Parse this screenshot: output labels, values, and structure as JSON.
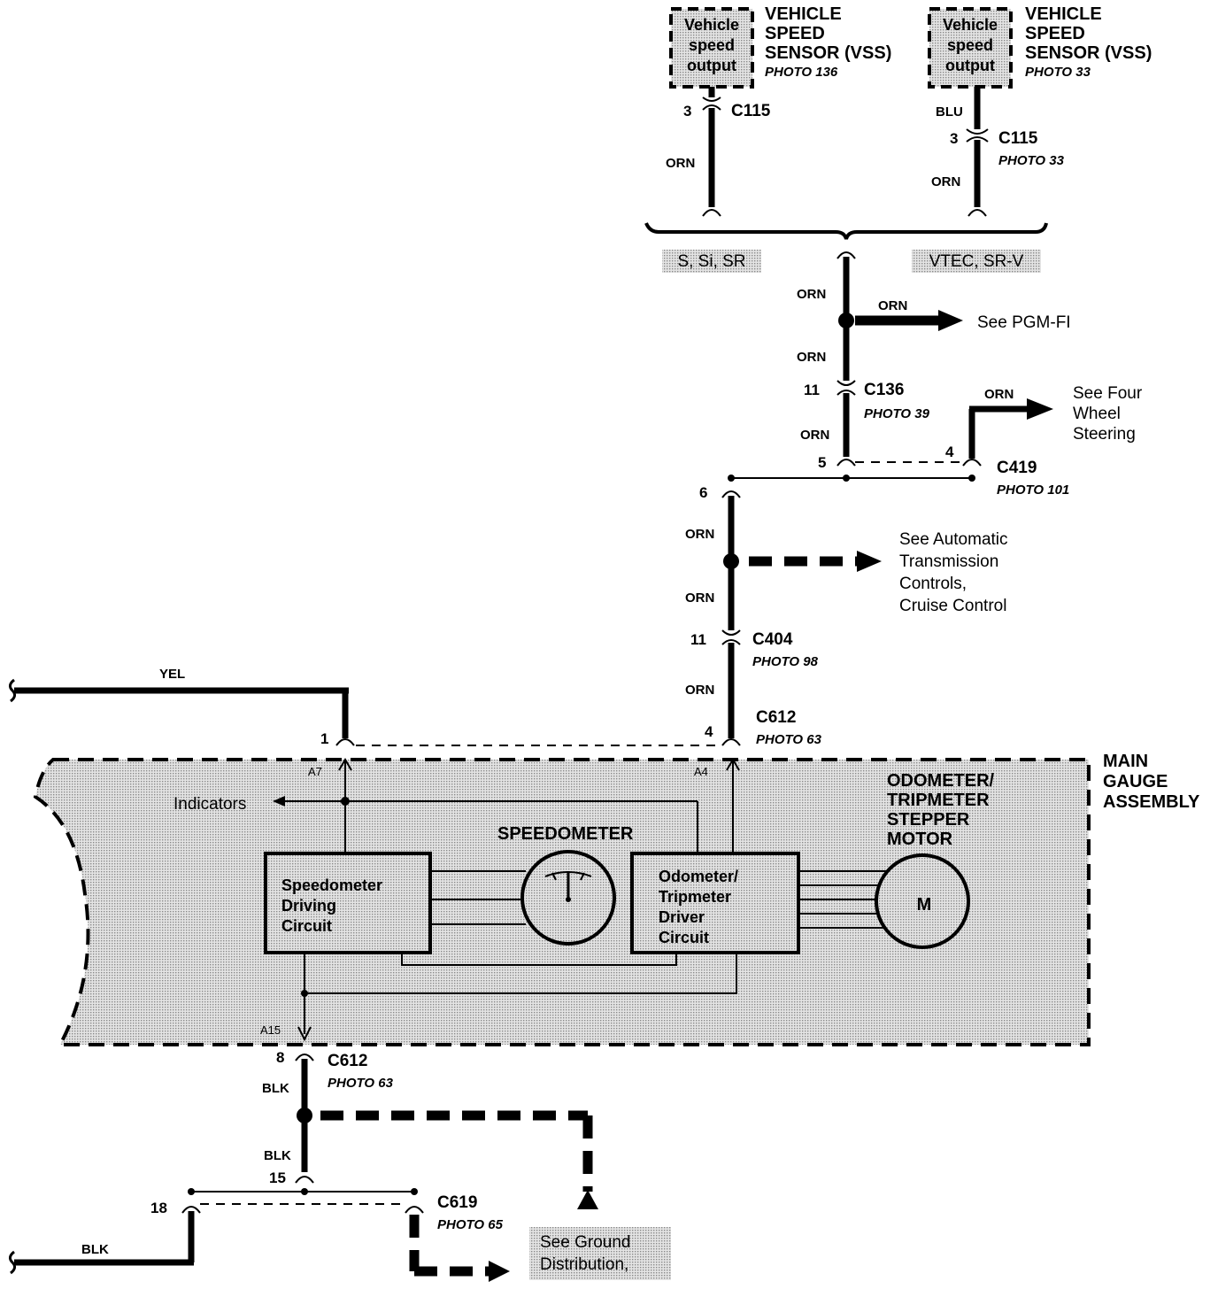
{
  "sensors": [
    {
      "box_text": [
        "Vehicle",
        "speed",
        "output"
      ],
      "title": [
        "VEHICLE",
        "SPEED",
        "SENSOR (VSS)"
      ],
      "photo": "PHOTO 136"
    },
    {
      "box_text": [
        "Vehicle",
        "speed",
        "output"
      ],
      "title": [
        "VEHICLE",
        "SPEED",
        "SENSOR (VSS)"
      ],
      "photo": "PHOTO 33"
    }
  ],
  "connectors": {
    "c115_left": {
      "pin": "3",
      "name": "C115"
    },
    "c115_right": {
      "pin": "3",
      "name": "C115",
      "photo": "PHOTO 33"
    },
    "c136": {
      "pin": "11",
      "name": "C136",
      "photo": "PHOTO 39"
    },
    "c419": {
      "pin_left": "5",
      "pin_right": "4",
      "name": "C419",
      "photo": "PHOTO 101"
    },
    "c404": {
      "pin_top": "6",
      "pin": "11",
      "name": "C404",
      "photo": "PHOTO 98"
    },
    "c612_top": {
      "pin_left": "1",
      "pin_right": "4",
      "name": "C612",
      "photo": "PHOTO 63"
    },
    "c612_bottom": {
      "pin": "8",
      "name": "C612",
      "photo": "PHOTO 63"
    },
    "c619": {
      "pin_mid": "15",
      "pin_left": "18",
      "name": "C619",
      "photo": "PHOTO 65"
    }
  },
  "wire_colors": {
    "orn": "ORN",
    "blu": "BLU",
    "yel": "YEL",
    "blk": "BLK"
  },
  "variants": {
    "left": "S, Si, SR",
    "right": "VTEC, SR-V"
  },
  "references": {
    "pgmfi": "See PGM-FI",
    "four_wheel": [
      "See Four",
      "Wheel",
      "Steering"
    ],
    "auto_trans": [
      "See Automatic",
      "Transmission",
      "Controls,",
      "Cruise Control"
    ],
    "ground": [
      "See Ground",
      "Distribution,"
    ]
  },
  "gauge": {
    "title": [
      "MAIN",
      "GAUGE",
      "ASSEMBLY"
    ],
    "terminal_a7": "A7",
    "terminal_a4": "A4",
    "terminal_a15": "A15",
    "indicators": "Indicators",
    "speedometer": "SPEEDOMETER",
    "stepper_title": [
      "ODOMETER/",
      "TRIPMETER",
      "STEPPER",
      "MOTOR"
    ],
    "speedo_circuit": [
      "Speedometer",
      "Driving",
      "Circuit"
    ],
    "odo_circuit": [
      "Odometer/",
      "Tripmeter",
      "Driver",
      "Circuit"
    ],
    "motor": "M"
  },
  "colors": {
    "ink": "#000000",
    "shade": "#c8c8c8",
    "paper": "#ffffff"
  }
}
